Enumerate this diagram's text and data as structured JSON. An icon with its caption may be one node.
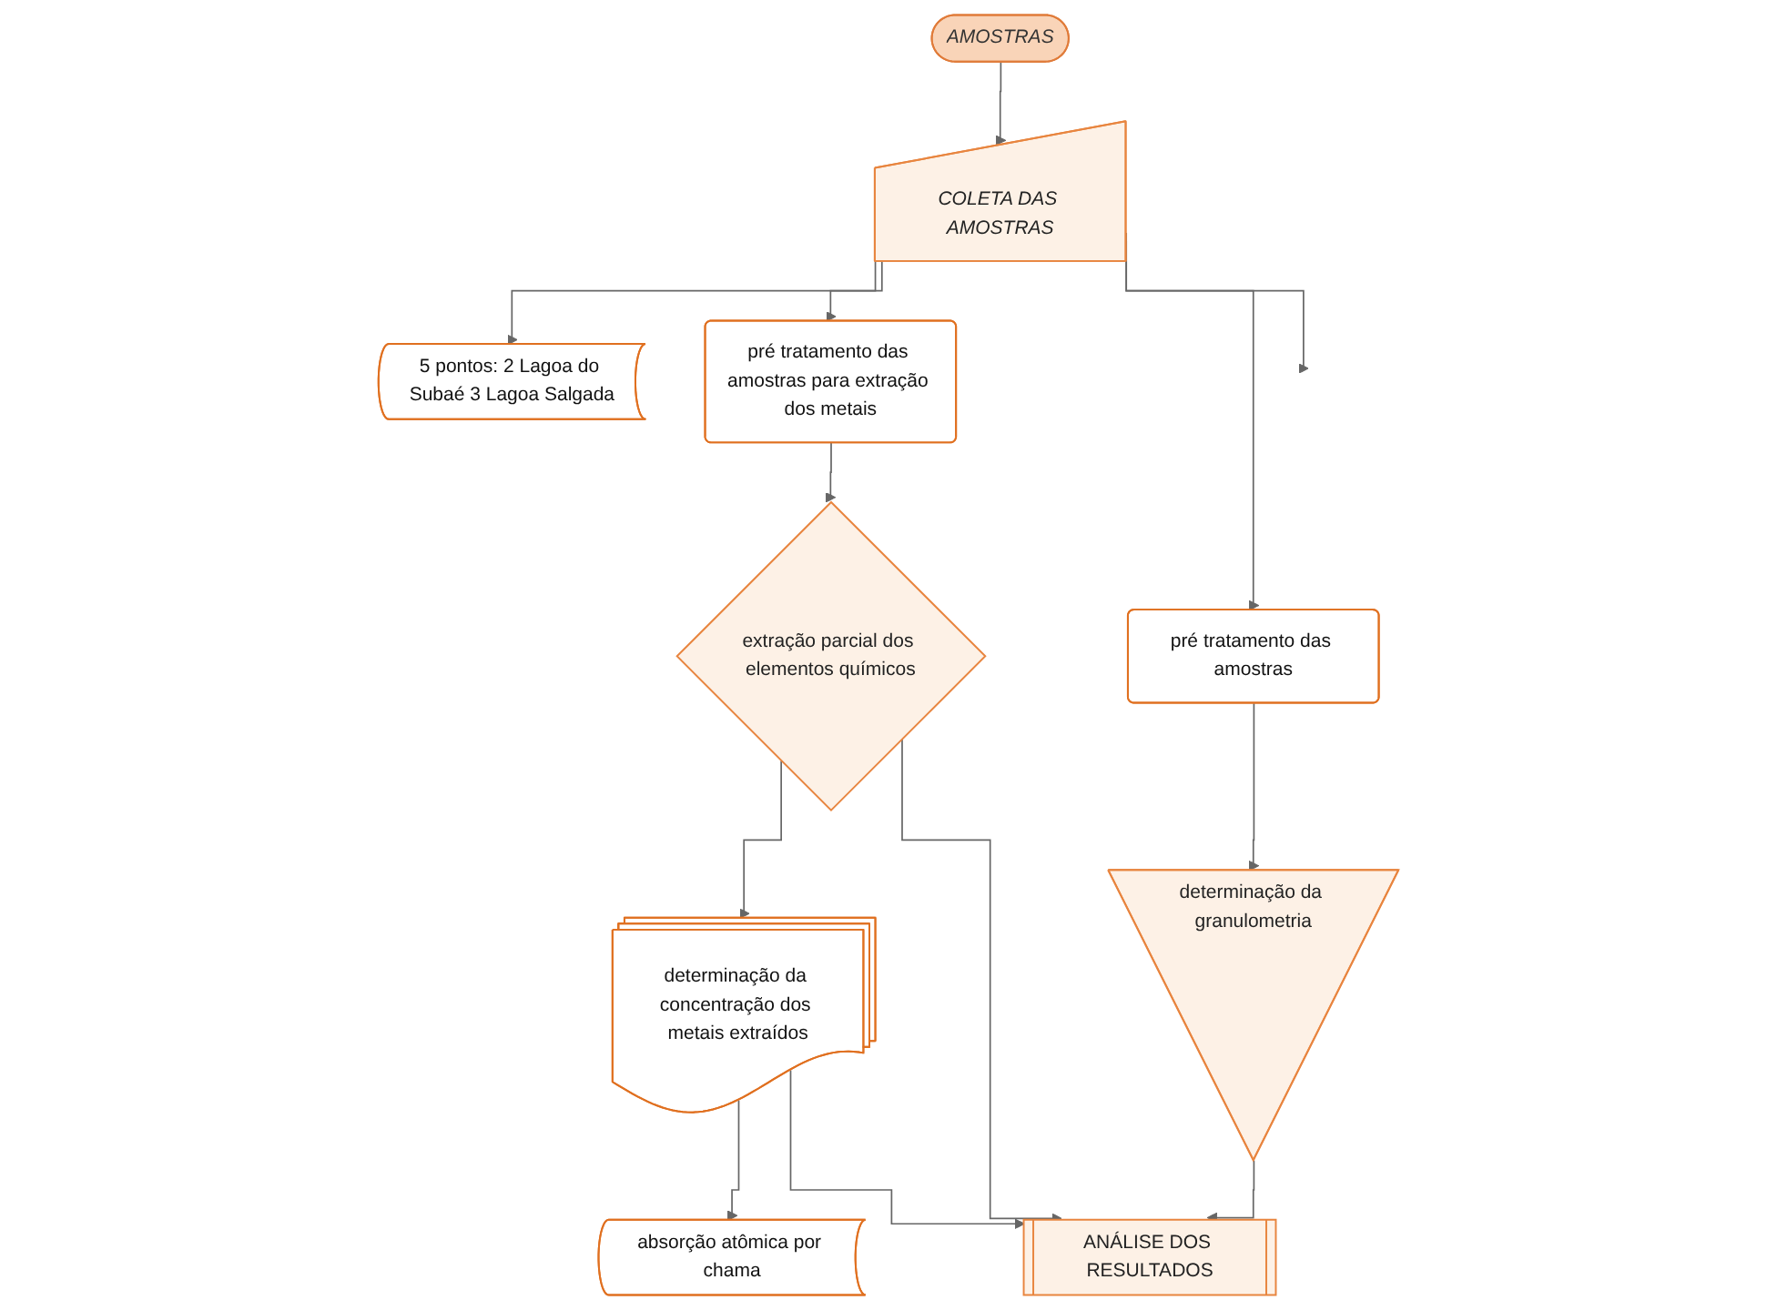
{
  "diagram": {
    "nodes": [
      {
        "text": [
          "AMOSTRAS"
        ]
      },
      {
        "text": [
          "5 pontos: 2 Lagoa do Subaé 3 Lagoa Salgada"
        ]
      },
      {
        "text": [
          "COLETA DAS AMOSTRAS"
        ]
      },
      {
        "text": [
          "pré tratamento das amostras para extração dos metais"
        ]
      },
      {
        "text": [
          "pré tratamento das amostras"
        ]
      },
      {
        "text": [
          "extração parcial dos elementos químicos"
        ]
      },
      {
        "text": [
          "determinação da concentração dos metais extraídos"
        ]
      },
      {
        "text": [
          "determinação da granulometria"
        ]
      },
      {
        "text": [
          "absorção atômica por chama"
        ]
      },
      {
        "text": [
          "ANÁLISE DOS RESULTADOS"
        ]
      }
    ],
    "edges": [
      {
        "from": 0,
        "to": 2,
        "arrow": "to"
      },
      {
        "from": 2,
        "to": 1,
        "arrow": "to"
      },
      {
        "from": 2,
        "to": 3,
        "arrow": "to"
      },
      {
        "from": 2,
        "to": 4,
        "arrow": "to"
      },
      {
        "from": 2,
        "to": null,
        "arrow": "to"
      },
      {
        "from": 3,
        "to": 5,
        "arrow": "to"
      },
      {
        "from": 5,
        "to": 6,
        "arrow": "to"
      },
      {
        "from": 6,
        "to": 8,
        "arrow": "to"
      },
      {
        "from": 6,
        "to": 9,
        "arrow": "to"
      },
      {
        "from": 4,
        "to": 7,
        "arrow": "to"
      },
      {
        "from": 7,
        "to": 9,
        "arrow": "to"
      },
      {
        "from": 5,
        "to": 9,
        "arrow": "to"
      }
    ]
  }
}
